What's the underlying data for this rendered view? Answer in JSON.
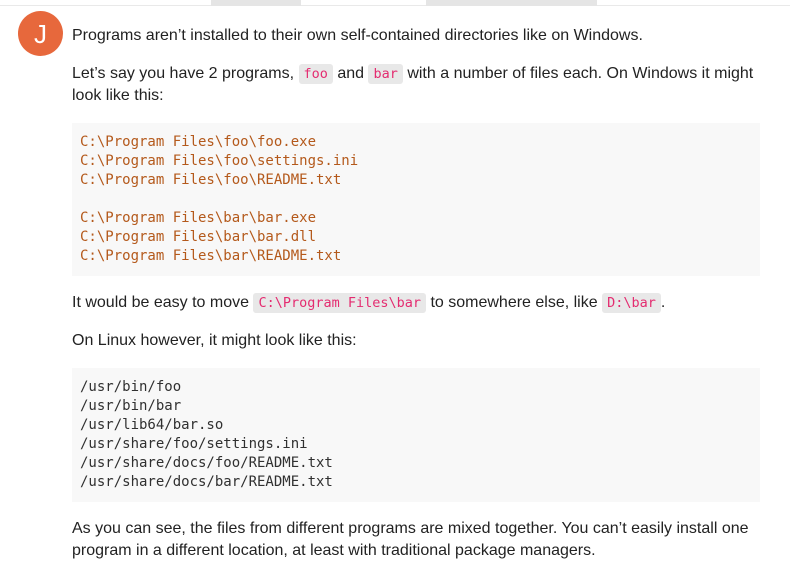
{
  "colors": {
    "avatar_bg": "#e7683c",
    "body_text": "#222222",
    "inline_code_text": "#e42c70",
    "inline_code_bg": "#e8e8e8",
    "code_block_bg": "#f8f8f8",
    "code_windows_text": "#b4591b",
    "code_linux_text": "#303030",
    "separator": "#e9e9e9"
  },
  "post": {
    "avatar_letter": "J",
    "paragraphs": [
      {
        "segments": [
          {
            "t": "text",
            "v": "Programs aren’t installed to their own self-contained directories like on Windows."
          }
        ]
      },
      {
        "segments": [
          {
            "t": "text",
            "v": "Let’s say you have 2 programs, "
          },
          {
            "t": "code",
            "v": "foo"
          },
          {
            "t": "text",
            "v": " and "
          },
          {
            "t": "code",
            "v": "bar"
          },
          {
            "t": "text",
            "v": " with a number of files each. On Windows it might look like this:"
          }
        ]
      },
      {
        "segments": [
          {
            "t": "text",
            "v": "It would be easy to move "
          },
          {
            "t": "code",
            "v": "C:\\Program Files\\bar"
          },
          {
            "t": "text",
            "v": " to somewhere else, like "
          },
          {
            "t": "code",
            "v": "D:\\bar"
          },
          {
            "t": "text",
            "v": "."
          }
        ]
      },
      {
        "segments": [
          {
            "t": "text",
            "v": "On Linux however, it might look like this:"
          }
        ]
      },
      {
        "segments": [
          {
            "t": "text",
            "v": "As you can see, the files from different programs are mixed together. You can’t easily install one program in a different location, at least with traditional package managers."
          }
        ]
      }
    ],
    "code_blocks": [
      {
        "lines": [
          "C:\\Program Files\\foo\\foo.exe",
          "C:\\Program Files\\foo\\settings.ini",
          "C:\\Program Files\\foo\\README.txt",
          "",
          "C:\\Program Files\\bar\\bar.exe",
          "C:\\Program Files\\bar\\bar.dll",
          "C:\\Program Files\\bar\\README.txt"
        ]
      },
      {
        "lines": [
          "/usr/bin/foo",
          "/usr/bin/bar",
          "/usr/lib64/bar.so",
          "/usr/share/foo/settings.ini",
          "/usr/share/docs/foo/README.txt",
          "/usr/share/docs/bar/README.txt"
        ]
      }
    ]
  }
}
